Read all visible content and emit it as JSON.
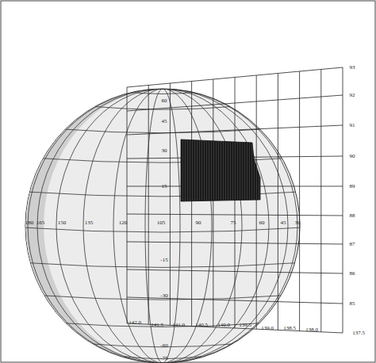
{
  "diagram": {
    "labels": [
      "93",
      "92",
      "91",
      "90",
      "89",
      "88",
      "87",
      "86",
      "85",
      "60",
      "45",
      "30",
      "15",
      "180",
      "165",
      "150",
      "135",
      "120",
      "105",
      "90",
      "75",
      "60",
      "45",
      "30",
      "-15",
      "-30",
      "142.0",
      "141.5",
      "141.0",
      "140.5",
      "140.0",
      "139.5",
      "139.0",
      "138.5",
      "138.0",
      "137.5",
      "-60",
      "-75"
    ]
  }
}
